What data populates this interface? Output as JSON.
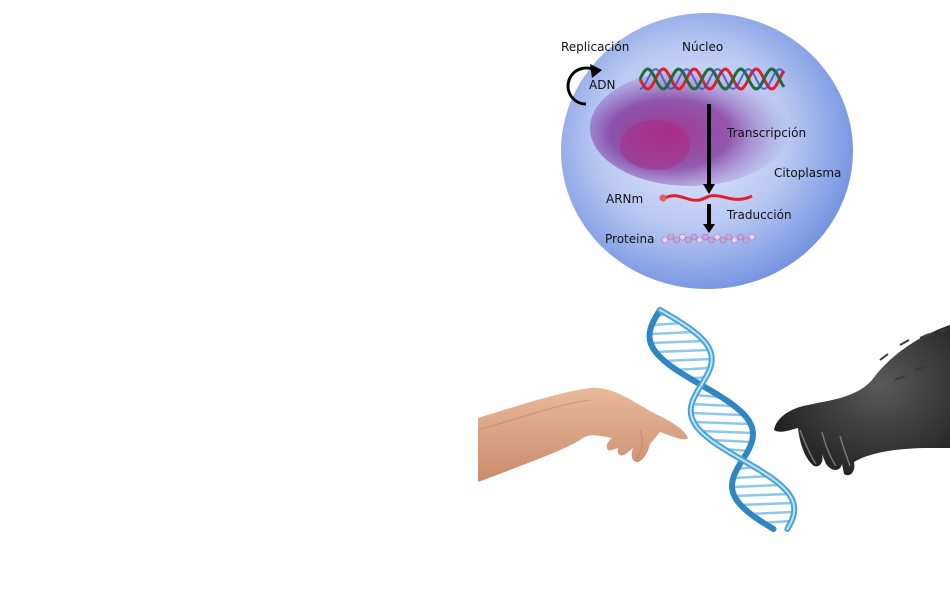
{
  "diagram": {
    "labels": {
      "replication": "Replicación",
      "nucleus": "Núcleo",
      "dna": "ADN",
      "transcription": "Transcripción",
      "cytoplasm": "Citoplasma",
      "mrna": "ARNm",
      "translation": "Traducción",
      "protein": "Proteina"
    },
    "colors": {
      "cell_center": "#dfe7fb",
      "cell_edge": "#6f8ee0",
      "nucleus": "#8a2a9a",
      "dna_red": "#e0202a",
      "dna_green": "#1f6b3a",
      "dna_blue": "#3a4fae",
      "mrna": "#e0202a",
      "protein_beads": "#c9a6d8",
      "helix": "#4aa3d8"
    }
  },
  "illustration": {
    "icons": [
      "human-hand-icon",
      "dna-helix-icon",
      "ape-hand-icon"
    ]
  }
}
